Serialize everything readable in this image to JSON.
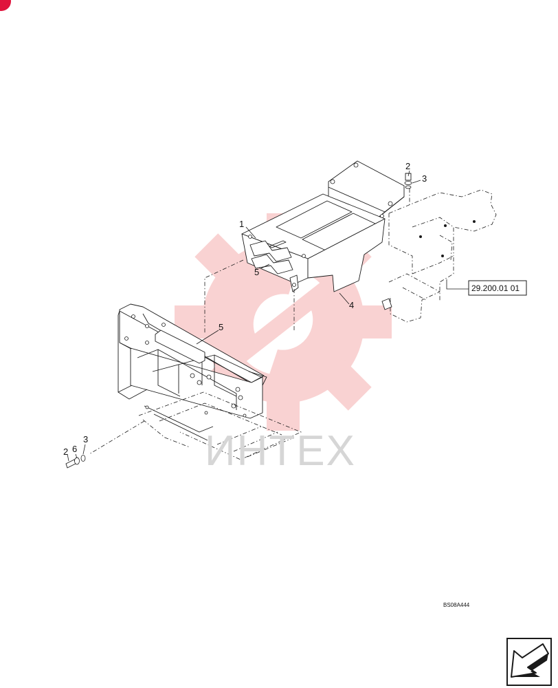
{
  "callouts": {
    "c1": "1",
    "c2_top": "2",
    "c3_top": "3",
    "c5_upper": "5",
    "c4": "4",
    "c5_lower": "5",
    "c2_bottom": "2",
    "c6": "6",
    "c3_bottom": "3"
  },
  "reference": {
    "label": "29.200.01 01"
  },
  "drawing_code": "BS08A444",
  "watermark": {
    "text": "ИНТЕХ",
    "color": "#e53935"
  },
  "corner_mark": {
    "color": "#e0143c"
  },
  "nav_arrow": {
    "icon": "navigation-arrow-icon"
  }
}
